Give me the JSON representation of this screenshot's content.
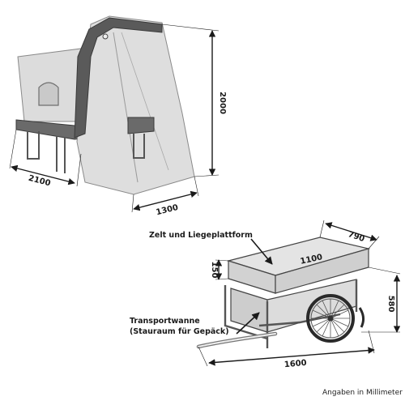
{
  "labels": {
    "tent_platform": "Zelt und Liegeplattform",
    "storage_line1": "Transportwanne",
    "storage_line2": "(Stauraum für Gepäck)",
    "footnote": "Angaben in Millimeter"
  },
  "dimensions": {
    "tent_height": "2000",
    "tent_length": "2100",
    "tent_width": "1300",
    "trailer_length": "1600",
    "trailer_height": "580",
    "trailer_width": "790",
    "platform_length": "1100",
    "platform_thickness": "150"
  },
  "colors": {
    "tent_fill": "#dcdcdc",
    "frame_dark": "#555555",
    "line": "#1a1a1a"
  }
}
